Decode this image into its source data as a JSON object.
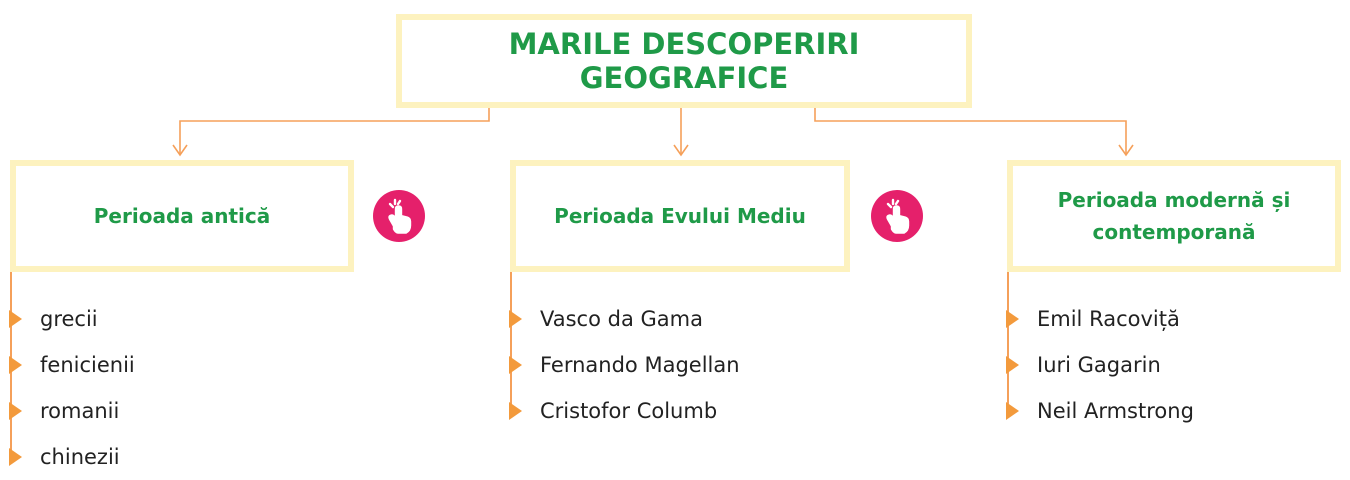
{
  "title": "MARILE DESCOPERIRI GEOGRAFICE",
  "colors": {
    "heading_green": "#1f9a48",
    "box_border": "#fdf2bf",
    "connector_orange": "#f5a05a",
    "bullet_orange": "#f39a3c",
    "tap_icon_pink": "#e5206b"
  },
  "periods": [
    {
      "label": "Perioada antică",
      "items": [
        "grecii",
        "fenicienii",
        "romanii",
        "chinezii"
      ]
    },
    {
      "label": "Perioada Evului Mediu",
      "items": [
        "Vasco da Gama",
        "Fernando Magellan",
        "Cristofor Columb"
      ]
    },
    {
      "label_line1": "Perioada modernă și",
      "label_line2": "contemporană",
      "items": [
        "Emil Racoviță",
        "Iuri Gagarin",
        "Neil Armstrong"
      ]
    }
  ],
  "icons": [
    "tap-hand-icon",
    "tap-hand-icon"
  ]
}
